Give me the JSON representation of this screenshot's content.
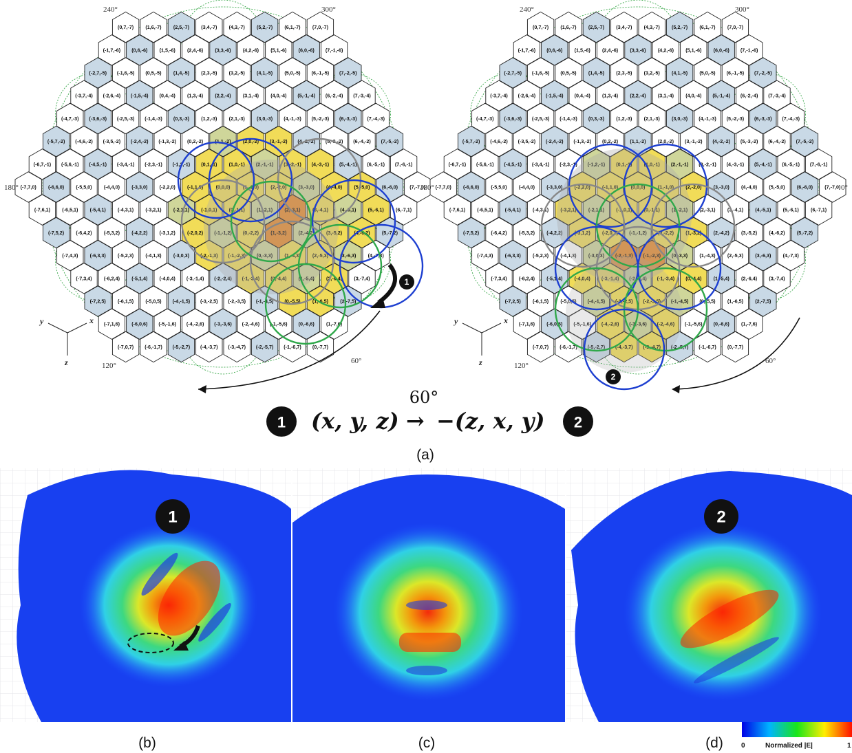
{
  "figure": {
    "panel_labels": {
      "a": "(a)",
      "b": "(b)",
      "c": "(c)",
      "d": "(d)"
    },
    "angles": {
      "top_left": "240°",
      "top_right": "300°",
      "left": "180°",
      "right": "0°",
      "bottom_left": "120°",
      "arc": "60°"
    },
    "axes": {
      "x": "x",
      "y": "y",
      "z": "z"
    },
    "badges": {
      "one": "1",
      "two": "2"
    },
    "transform": {
      "lhs": "(x, y, z)",
      "arrow": "→",
      "rhs": "−(z, x, y)",
      "angle": "60°"
    },
    "colorbar": {
      "min": "0",
      "max": "1",
      "label": "Normalized |E|"
    }
  },
  "hex_grid": {
    "labels_left": [
      [
        "(0,7,-7)",
        "(1,6,-7)",
        "(2,5,-7)",
        "(3,4,-7)",
        "(4,3,-7)",
        "(5,2,-7)",
        "(6,1,-7)",
        "(7,0,-7)"
      ],
      [
        "(-1,7,-6)",
        "(0,6,-6)",
        "(1,5,-6)",
        "(2,4,-6)",
        "(3,3,-6)",
        "(4,2,-6)",
        "(5,1,-6)",
        "(6,0,-6)",
        "(7,-1,-6)"
      ],
      [
        "(-2,7,-5)",
        "(-1,6,-5)",
        "(0,5,-5)",
        "(1,4,-5)",
        "(2,3,-5)",
        "(3,2,-5)",
        "(4,1,-5)",
        "(5,0,-5)",
        "(6,-1,-5)",
        "(7,-2,-5)"
      ],
      [
        "(-3,7,-4)",
        "(-2,6,-4)",
        "(-1,5,-4)",
        "(0,4,-4)",
        "(1,3,-4)",
        "(2,2,-4)",
        "(3,1,-4)",
        "(4,0,-4)",
        "(5,-1,-4)",
        "(6,-2,-4)",
        "(7,-3,-4)"
      ],
      [
        "(-4,7,-3)",
        "(-3,6,-3)",
        "(-2,5,-3)",
        "(-1,4,-3)",
        "(0,3,-3)",
        "(1,2,-3)",
        "(2,1,-3)",
        "(3,0,-3)",
        "(4,-1,-3)",
        "(5,-2,-3)",
        "(6,-3,-3)",
        "(7,-4,-3)"
      ],
      [
        "(-5,7,-2)",
        "(-4,6,-2)",
        "(-3,5,-2)",
        "(-2,4,-2)",
        "(-1,3,-2)",
        "(0,2,-2)",
        "(1,1,-2)",
        "(2,0,-2)",
        "(3,-1,-2)",
        "(4,-2,-2)",
        "(5,-3,-2)",
        "(6,-4,-2)",
        "(7,-5,-2)"
      ],
      [
        "(-6,7,-1)",
        "(-5,6,-1)",
        "(-4,5,-1)",
        "(-3,4,-1)",
        "(-2,3,-1)",
        "(-1,2,-1)",
        "(0,1,-1)",
        "(1,0,-1)",
        "(2,-1,-1)",
        "(3,-2,-1)",
        "(4,-3,-1)",
        "(5,-4,-1)",
        "(6,-5,-1)",
        "(7,-6,-1)"
      ],
      [
        "(-7,7,0)",
        "(-6,6,0)",
        "(-5,5,0)",
        "(-4,4,0)",
        "(-3,3,0)",
        "(-2,2,0)",
        "(-1,1,0)",
        "(0,0,0)",
        "(1,-1,0)",
        "(2,-2,0)",
        "(3,-3,0)",
        "(4,-4,0)",
        "(5,-5,0)",
        "(6,-6,0)",
        "(7,-7,0)"
      ],
      [
        "(-7,6,1)",
        "(-6,5,1)",
        "(-5,4,1)",
        "(-4,3,1)",
        "(-3,2,1)",
        "(-2,1,1)",
        "(-1,0,1)",
        "(0,-1,1)",
        "(1,-2,1)",
        "(2,-3,1)",
        "(3,-4,1)",
        "(4,-5,1)",
        "(5,-6,1)",
        "(6,-7,1)"
      ],
      [
        "(-7,5,2)",
        "(-6,4,2)",
        "(-5,3,2)",
        "(-4,2,2)",
        "(-3,1,2)",
        "(-2,0,2)",
        "(-1,-1,2)",
        "(0,-2,2)",
        "(1,-3,2)",
        "(2,-4,2)",
        "(3,-5,2)",
        "(4,-6,2)",
        "(5,-7,2)"
      ],
      [
        "(-7,4,3)",
        "(-6,3,3)",
        "(-5,2,3)",
        "(-4,1,3)",
        "(-3,0,3)",
        "(-2,-1,3)",
        "(-1,-2,3)",
        "(0,-3,3)",
        "(1,-4,3)",
        "(2,-5,3)",
        "(3,-6,3)",
        "(4,-7,3)"
      ],
      [
        "(-7,3,4)",
        "(-6,2,4)",
        "(-5,1,4)",
        "(-4,0,4)",
        "(-3,-1,4)",
        "(-2,-2,4)",
        "(-1,-3,4)",
        "(0,-4,4)",
        "(1,-5,4)",
        "(2,-6,4)",
        "(3,-7,4)"
      ],
      [
        "(-7,2,5)",
        "(-6,1,5)",
        "(-5,0,5)",
        "(-4,-1,5)",
        "(-3,-2,5)",
        "(-2,-3,5)",
        "(-1,-4,5)",
        "(0,-5,5)",
        "(1,-6,5)",
        "(2,-7,5)"
      ],
      [
        "(-7,1,6)",
        "(-6,0,6)",
        "(-5,-1,6)",
        "(-4,-2,6)",
        "(-3,-3,6)",
        "(-2,-4,6)",
        "(-1,-5,6)",
        "(0,-6,6)",
        "(1,-7,6)"
      ],
      [
        "(-7,0,7)",
        "(-6,-1,7)",
        "(-5,-2,7)",
        "(-4,-3,7)",
        "(-3,-4,7)",
        "(-2,-5,7)",
        "(-1,-6,7)",
        "(0,-7,7)"
      ]
    ]
  }
}
